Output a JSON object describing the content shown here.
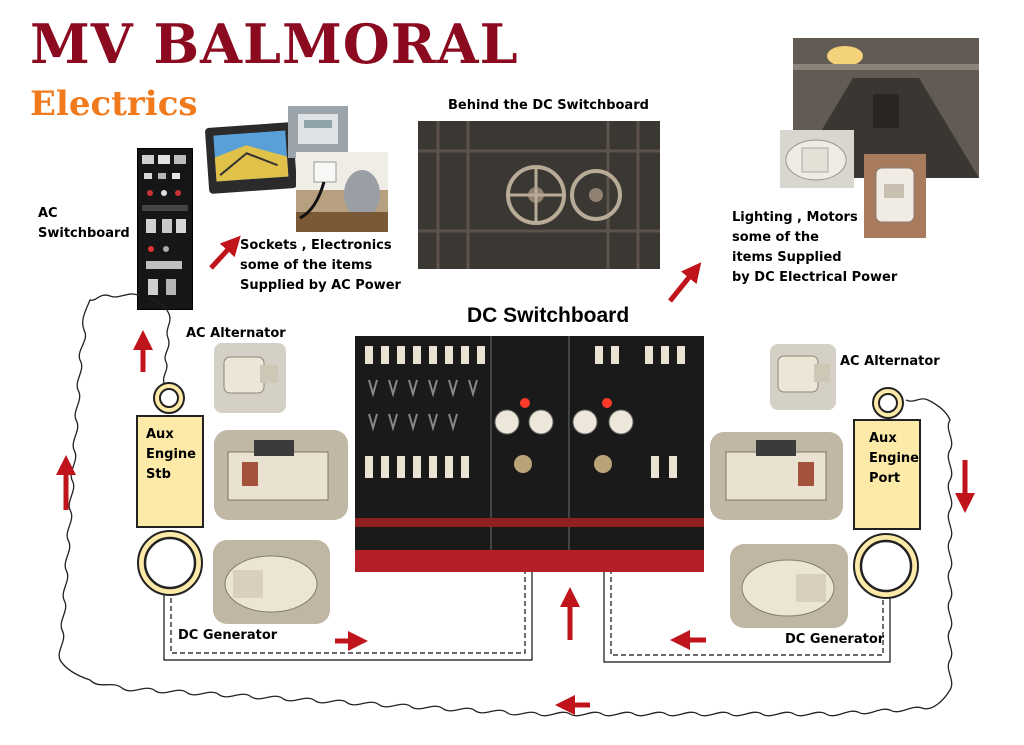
{
  "title": "MV BALMORAL",
  "subtitle": "Electrics",
  "labels": {
    "ac_switchboard": [
      "AC",
      "Switchboard"
    ],
    "sockets": [
      "Sockets , Electronics",
      "some of the items",
      "Supplied by AC Power"
    ],
    "behind_dc": "Behind the DC Switchboard",
    "lighting": [
      "Lighting , Motors",
      "some of the",
      "items Supplied",
      "by DC Electrical Power"
    ],
    "dc_switchboard": "DC Switchboard",
    "ac_alternator_left": "AC Alternator",
    "ac_alternator_right": "AC Alternator",
    "aux_stb": [
      "Aux",
      "Engine",
      "Stb"
    ],
    "aux_port": [
      "Aux",
      "Engine",
      "Port"
    ],
    "dc_generator_left": "DC Generator",
    "dc_generator_right": "DC Generator"
  },
  "colors": {
    "title": "#8b0a20",
    "subtitle": "#f07a1c",
    "arrow": "#c0141c",
    "engine_box": "#fde9a8"
  },
  "icons": {
    "flow_arrows": "arrow-icon",
    "alternator_symbol": "circle-icon",
    "generator_symbol": "ring-icon"
  }
}
